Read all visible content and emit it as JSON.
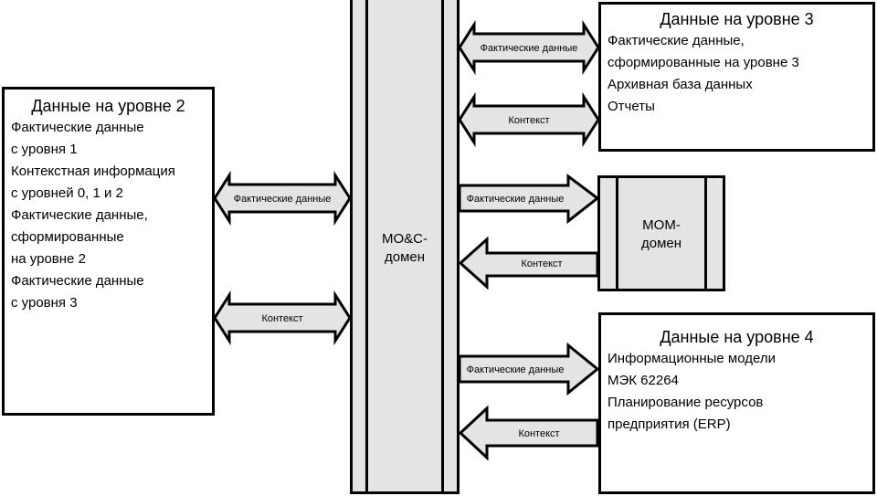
{
  "level2": {
    "title": "Данные на уровне 2",
    "lines": [
      "Фактические данные",
      "с уровня 1",
      "Контекстная информация",
      "с уровней 0, 1 и 2",
      "Фактические данные,",
      "сформированные",
      "на уровне 2",
      "Фактические данные",
      "с уровня 3"
    ]
  },
  "level3": {
    "title": "Данные на уровне 3",
    "lines": [
      "Фактические данные,",
      "сформированные на уровне 3",
      "Архивная база данных",
      "Отчеты"
    ]
  },
  "level4": {
    "title": "Данные на уровне 4",
    "lines": [
      "Информационные модели",
      "МЭК 62264",
      "Планирование ресурсов",
      "предприятия (ERP)"
    ]
  },
  "moc_domain": {
    "line1": "MO&C-",
    "line2": "домен"
  },
  "mom_domain": {
    "line1": "MOM-",
    "line2": "домен"
  },
  "arrows": {
    "actual_data": "Фактические данные",
    "context": "Контекст"
  },
  "colors": {
    "fill": "#e4e4e4",
    "stroke": "#000000"
  }
}
